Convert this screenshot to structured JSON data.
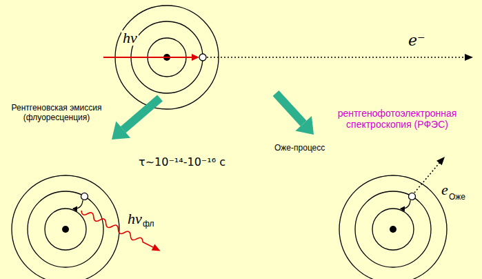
{
  "diagram": {
    "labels": [
      "hν",
      "e⁻",
      "Рентгеновская эмиссия (флуоресценция)",
      "рентгенофотоэлектронная спектроскопия (РФЭС)",
      "τ~10⁻¹⁴-10⁻¹⁶ с",
      "Оже-процесс",
      "hν",
      "фл",
      "e",
      "Оже"
    ]
  }
}
